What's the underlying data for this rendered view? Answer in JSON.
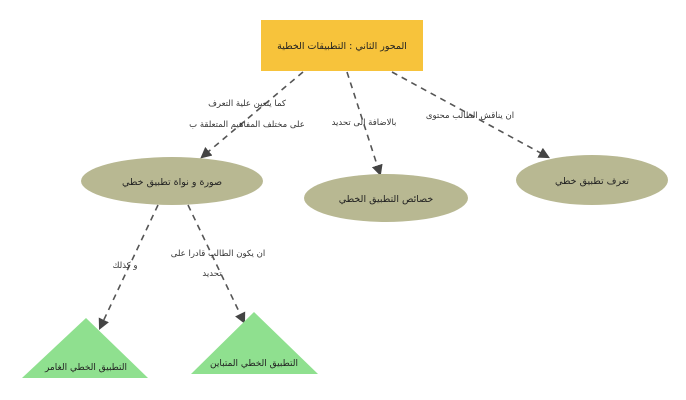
{
  "colors": {
    "root_fill": "#f7c33b",
    "ellipse_fill": "#b8b892",
    "triangle_fill": "#8fe08f",
    "edge_stroke": "#555555",
    "text": "#222222"
  },
  "root": {
    "label": "المحور الثاني : التطبيقات الخطية"
  },
  "nodes": {
    "left": {
      "label": "صورة و نواة تطبيق خطي"
    },
    "middle": {
      "label": "خصائص التطبيق الخطي"
    },
    "right": {
      "label": "تعرف تطبيق خطي"
    },
    "tri_left": {
      "label": "التطبيق الخطي الغامر"
    },
    "tri_right": {
      "label": "التطبيق الخطي المتباين"
    }
  },
  "edges": {
    "root_left": {
      "line1": "كما يتعين علية التعرف",
      "line2": "على مختلف المفاهيم المتعلقة ب"
    },
    "root_middle": {
      "line1": "بالاضافة الى تحديد"
    },
    "root_right": {
      "line1": "ان يناقش الطالب محتوى"
    },
    "left_trileft": {
      "line1": "و كذلك"
    },
    "left_triright": {
      "line1": "ان يكون الطالب قادرا على",
      "line2": "تحديد"
    }
  }
}
